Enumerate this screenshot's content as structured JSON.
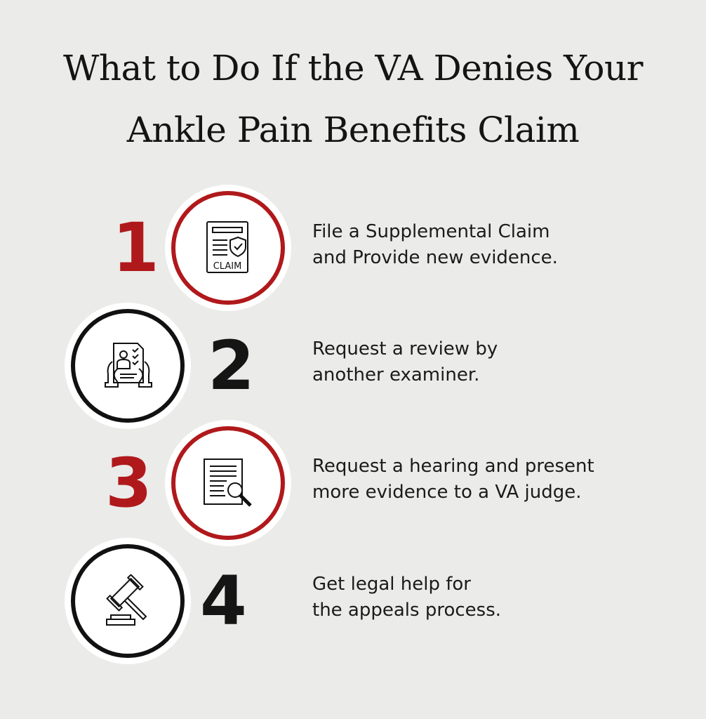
{
  "title": {
    "line1": "What to Do If the VA Denies Your",
    "line2": "Ankle Pain Benefits Claim"
  },
  "colors": {
    "accent": "#b0191b",
    "dark": "#111111",
    "background": "#ebebe9"
  },
  "steps": [
    {
      "number": "1",
      "icon": "claim-document-shield-icon",
      "icon_text": "CLAIM",
      "line1": "File a Supplemental Claim",
      "line2": "and Provide new evidence."
    },
    {
      "number": "2",
      "icon": "hands-holding-profile-document-icon",
      "line1": "Request a review by",
      "line2": "another examiner."
    },
    {
      "number": "3",
      "icon": "document-magnifier-icon",
      "line1": "Request a hearing and present",
      "line2": "more evidence to a VA judge."
    },
    {
      "number": "4",
      "icon": "gavel-icon",
      "line1": "Get legal help for",
      "line2": "the appeals process."
    }
  ]
}
